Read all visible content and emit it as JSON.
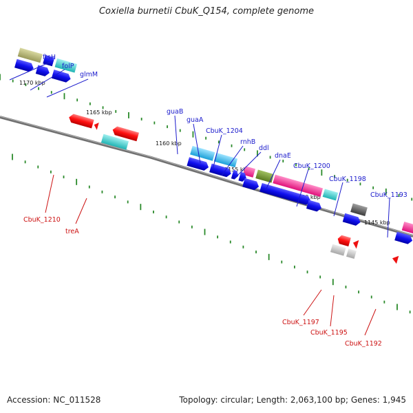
{
  "title": "Coxiella burnetii CbuK_Q154, complete genome",
  "footer": {
    "accession": "Accession: NC_011528",
    "summary": "Topology: circular; Length: 2,063,100 bp; Genes: 1,945"
  },
  "colors": {
    "forward_label": "#1a1acc",
    "reverse_label": "#cc1111",
    "backbone": "#808080",
    "tick": "#2a8a2a"
  },
  "kbp_labels": [
    "1170 kbp",
    "1165 kbp",
    "1160 kbp",
    "1155 kbp",
    "1150 kbp",
    "1145 kbp"
  ],
  "forward_genes": [
    "ftsH",
    "folP",
    "glmM",
    "guaB",
    "guaA",
    "CbuK_1204",
    "rnhB",
    "ddl",
    "dnaE",
    "CbuK_1200",
    "CbuK_1198",
    "CbuK_1193"
  ],
  "reverse_genes": [
    "CbuK_1210",
    "treA",
    "CbuK_1197",
    "CbuK_1195",
    "CbuK_1192"
  ]
}
